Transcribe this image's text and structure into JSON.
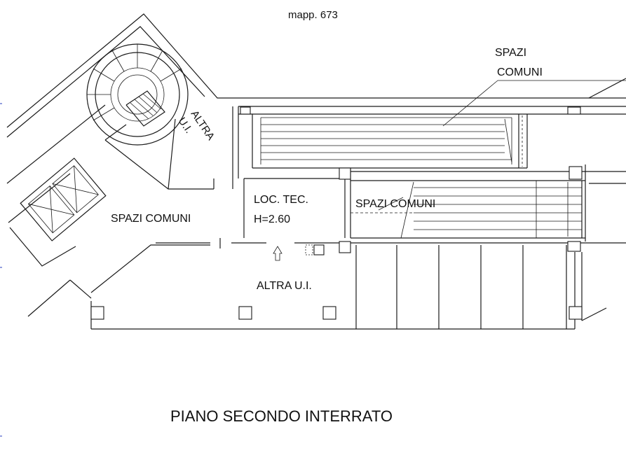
{
  "header": {
    "parcel": "mapp. 673"
  },
  "labels": {
    "spazi_comuni_top_line1": "SPAZI",
    "spazi_comuni_top_line2": "COMUNI",
    "altra_ui_diag_line1": "ALTRA",
    "altra_ui_diag_line2": "U.I.",
    "loc_tec": "LOC. TEC.",
    "loc_tec_height": "H=2.60",
    "spazi_comuni_center": "SPAZI COMUNI",
    "spazi_comuni_left": "SPAZI COMUNI",
    "altra_ui_bottom": "ALTRA U.I."
  },
  "footer": {
    "title": "PIANO SECONDO INTERRATO"
  },
  "colors": {
    "lines": "#1a1a1a",
    "marker": "#2a3fbf",
    "background": "#ffffff"
  }
}
